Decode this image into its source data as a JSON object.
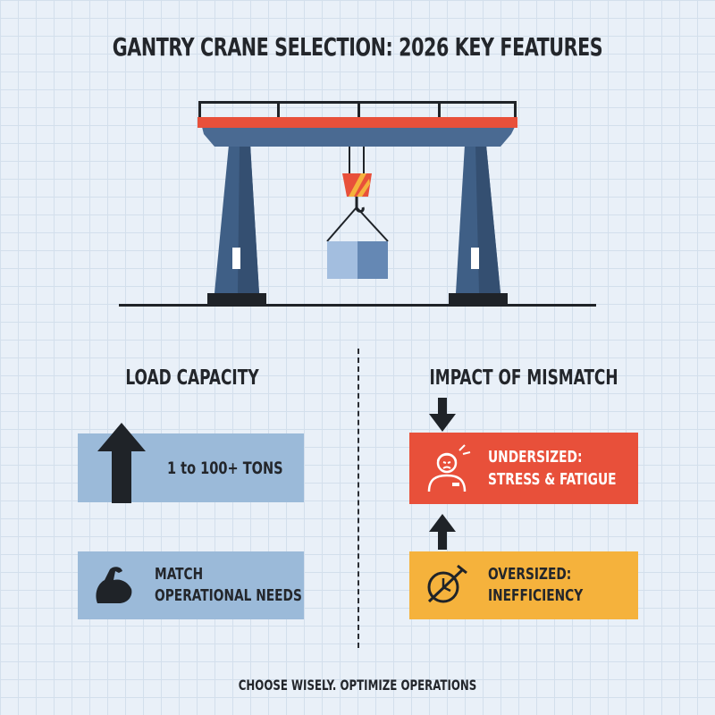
{
  "title": "GANTRY CRANE SELECTION: 2026 KEY FEATURES",
  "left_column": {
    "heading": "LOAD CAPACITY",
    "capacity_box": {
      "text": "1 to 100+ TONS",
      "icon": "arrow-up-icon"
    },
    "needs_box": {
      "line1": "MATCH",
      "line2": "OPERATIONAL NEEDS",
      "icon": "flexed-bicep-icon"
    }
  },
  "right_column": {
    "heading": "IMPACT OF MISMATCH",
    "undersized_box": {
      "line1": "UNDERSIZED:",
      "line2": "STRESS & FATIGUE",
      "icon": "stressed-worker-icon",
      "color": "#e8503a"
    },
    "oversized_box": {
      "line1": "OVERSIZED:",
      "line2": "INEFFICIENCY",
      "icon": "no-dial-icon",
      "color": "#f5b23c"
    }
  },
  "footer": "CHOOSE WISELY. OPTIMIZE OPERATIONS",
  "colors": {
    "background": "#e9f0f8",
    "crane_steel": "#3f5f86",
    "crane_accent": "#e8503a",
    "load_box": "#8fb0d6",
    "info_box": "#9bbad9"
  }
}
